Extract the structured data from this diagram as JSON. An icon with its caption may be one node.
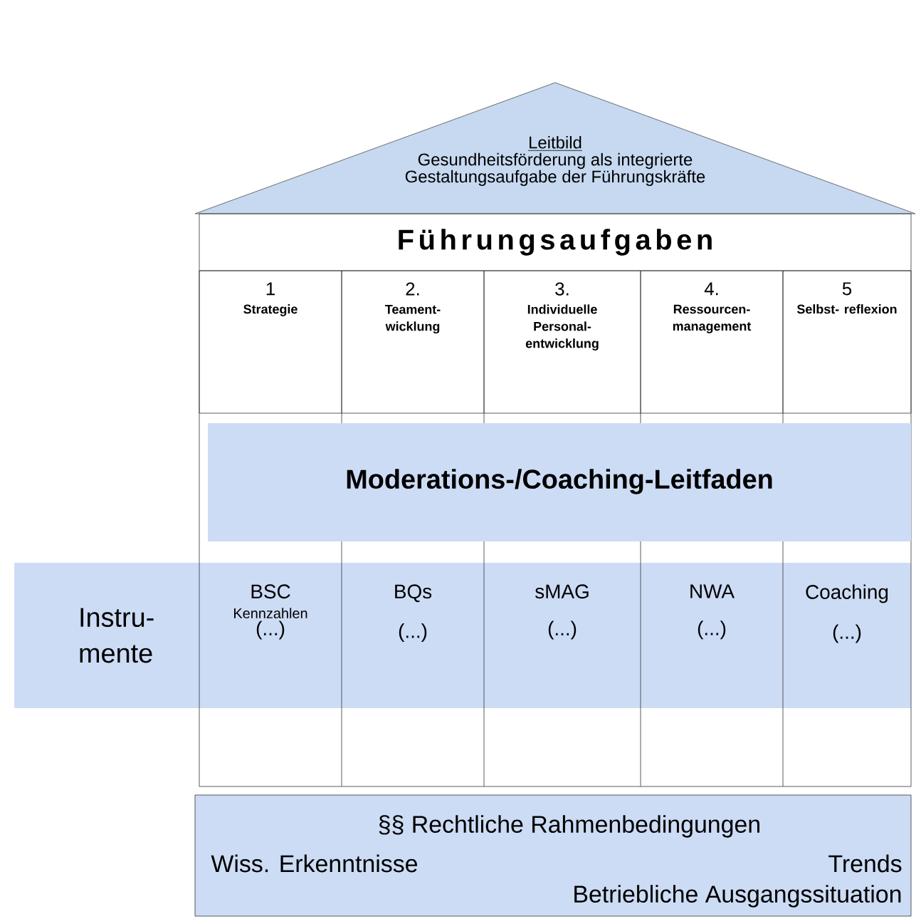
{
  "diagram": {
    "nodes": [
      {
        "text": [
          "Leitbild",
          "Gesundheitsförderung als integrierte Gestaltungsaufgabe der Führungskräfte"
        ]
      },
      {
        "text": [
          "Führungsaufgaben"
        ]
      },
      {
        "text": [
          "1",
          "Strategie"
        ]
      },
      {
        "text": [
          "2.",
          "Teament- wicklung"
        ]
      },
      {
        "text": [
          "3.",
          "Individuelle Personal- entwicklung"
        ]
      },
      {
        "text": [
          "4.",
          "Ressourcen- management"
        ]
      },
      {
        "text": [
          "5",
          "Selbst- reflexion"
        ]
      },
      {
        "text": [
          "Moderations-/Coaching-Leitfaden"
        ]
      },
      {
        "text": [
          "Instru- mente"
        ]
      },
      {
        "text": [
          "BSC",
          "Kennzahlen",
          "(...)"
        ],
        "in": 8
      },
      {
        "text": [
          "BQs",
          "(...)"
        ],
        "in": 8
      },
      {
        "text": [
          "sMAG",
          "(...)"
        ],
        "in": 8
      },
      {
        "text": [
          "NWA",
          "(...)"
        ],
        "in": 8
      },
      {
        "text": [
          "Coaching",
          "(...)"
        ],
        "in": 8
      },
      {
        "text": [
          "§§ Rechtliche Rahmenbedingungen",
          "Wiss. Erkenntnisse",
          "Trends",
          "Betriebliche Ausgangssituation"
        ]
      }
    ]
  }
}
